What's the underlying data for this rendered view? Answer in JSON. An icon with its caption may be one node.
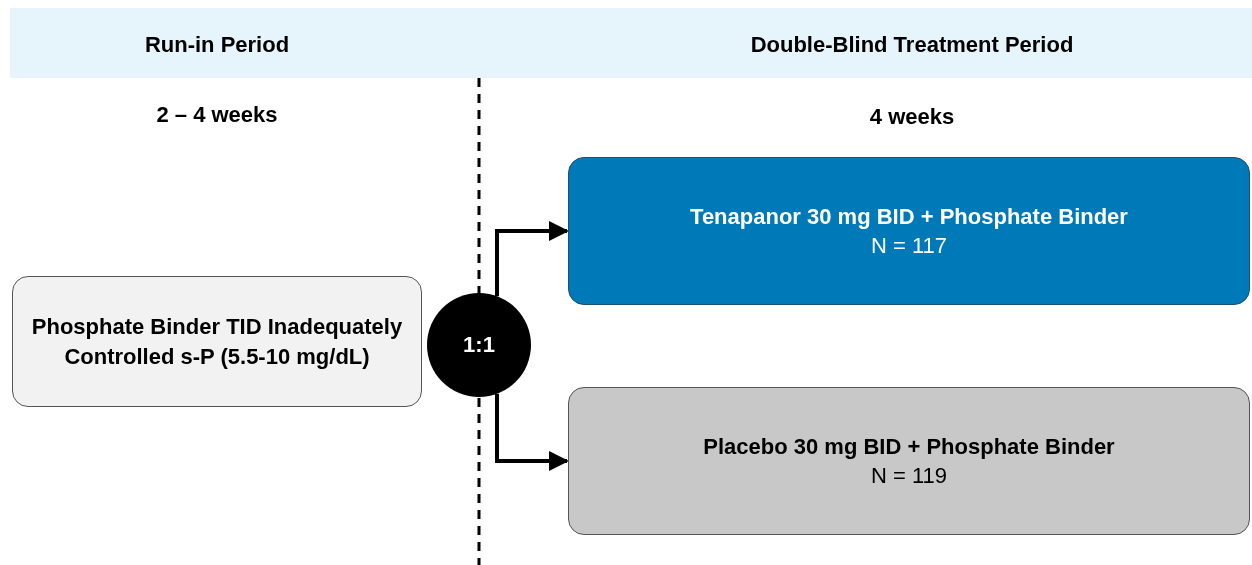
{
  "diagram": {
    "nodes": [
      {
        "text": [
          "Phosphate Binder TID Inadequately Controlled s-P (5.5-10 mg/dL)"
        ]
      },
      {
        "text": [
          "1:1"
        ]
      },
      {
        "text": [
          "Tenapanor 30 mg BID + Phosphate Binder",
          "N = 117"
        ]
      },
      {
        "text": [
          "Placebo 30 mg BID + Phosphate Binder",
          "N = 119"
        ]
      }
    ],
    "edges": [
      {
        "from": 1,
        "to": 2,
        "arrow": "to"
      },
      {
        "from": 1,
        "to": 3,
        "arrow": "to"
      }
    ],
    "labels": [
      "Run-in Period",
      "Double-Blind Treatment Period",
      "2 – 4 weeks",
      "4 weeks"
    ]
  }
}
